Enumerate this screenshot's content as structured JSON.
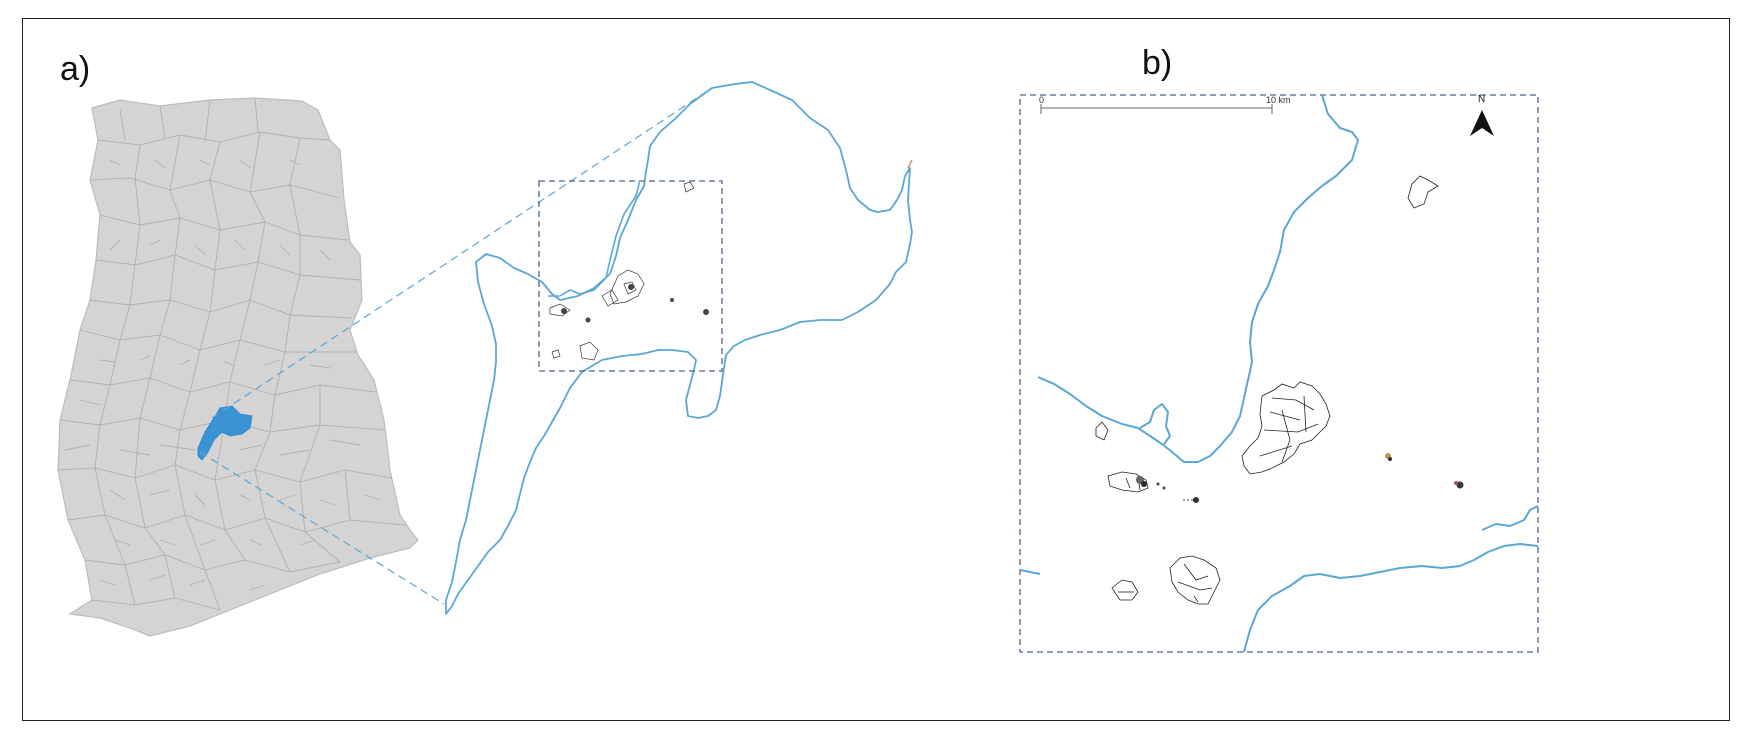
{
  "panels": {
    "a": {
      "label": "a)"
    },
    "b": {
      "label": "b)"
    }
  },
  "scale_bar": {
    "start": "0",
    "end": "10 km"
  },
  "north_arrow": {
    "label": "N",
    "icon": "north-arrow-icon"
  },
  "colors": {
    "country_fill": "#d4d4d4",
    "country_border": "#b4b4b4",
    "study_area": "#3a93d4",
    "river": "#5aa7d6",
    "inset_box": "#4a6488",
    "plots": "#222222"
  }
}
